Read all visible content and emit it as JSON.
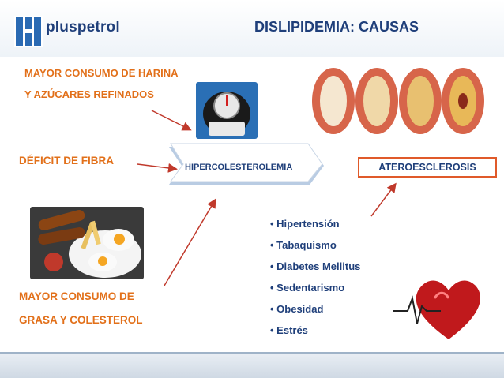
{
  "header": {
    "logo_text": "pluspetrol",
    "title": "DISLIPIDEMIA: CAUSAS"
  },
  "labels": {
    "harina_line1": "MAYOR CONSUMO DE HARINA",
    "harina_line2": "Y AZÚCARES  REFINADOS",
    "fibra": "DÉFICIT DE FIBRA",
    "grasa_line1": "MAYOR CONSUMO DE",
    "grasa_line2": "GRASA Y COLESTEROL"
  },
  "center": {
    "hipercolesterolemia": "HIPERCOLESTEROLEMIA",
    "ateroesclerosis": "ATEROESCLEROSIS"
  },
  "risk_factors": [
    "• Hipertensión",
    "• Tabaquismo",
    "• Diabetes Mellitus",
    "• Sedentarismo",
    "• Obesidad",
    "• Estrés"
  ],
  "colors": {
    "brand_blue": "#1f3f7a",
    "accent_orange": "#e2701a",
    "arrow_red": "#c0392b"
  },
  "icons": {
    "scale": "bathroom-scale-image",
    "food": "breakfast-plate-image",
    "arteries": "artery-cross-section-image",
    "heart": "heart-ecg-image"
  }
}
